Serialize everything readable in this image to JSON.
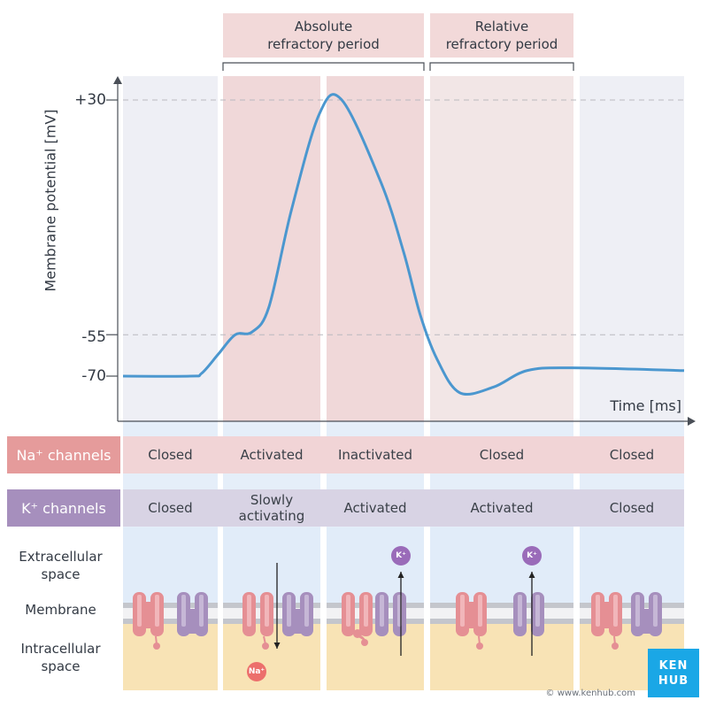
{
  "headers": {
    "absolute_line1": "Absolute",
    "absolute_line2": "refractory period",
    "relative_line1": "Relative",
    "relative_line2": "refractory period"
  },
  "axis": {
    "y_title": "Membrane potential [mV]",
    "x_title": "Time [ms]",
    "y_ticks": [
      "+30",
      "-55",
      "-70"
    ]
  },
  "channels": {
    "na_label": "Na⁺ channels",
    "k_label": "K⁺ channels",
    "na_states": [
      "Closed",
      "Activated",
      "Inactivated",
      "Closed",
      "Closed"
    ],
    "k_states": [
      "Closed",
      "Slowly|activating",
      "Activated",
      "Activated",
      "Closed"
    ]
  },
  "spaces": {
    "extracellular_line1": "Extracellular",
    "extracellular_line2": "space",
    "membrane": "Membrane",
    "intracellular_line1": "Intracellular",
    "intracellular_line2": "space"
  },
  "ions": {
    "na": "Na⁺",
    "k": "K⁺"
  },
  "logo": {
    "line1": "KEN",
    "line2": "HUB"
  },
  "copyright": "© www.kenhub.com",
  "colors": {
    "curve": "#4b97cf",
    "rest_bg": "#eeeff5",
    "absolute_bg": "#f0d8d9",
    "relative_bg": "#f2e6e6",
    "na_row": "#f1d4d6",
    "k_row": "#d8d3e4",
    "extracellular": "#e1ecf9",
    "intracellular": "#f8e3b5",
    "na_channel": "#e58f94",
    "k_channel": "#a68fbd"
  },
  "chart_data": {
    "type": "line",
    "xlabel": "Time [ms]",
    "ylabel": "Membrane potential [mV]",
    "y_ticks": [
      30,
      -55,
      -70
    ],
    "series": [
      {
        "x": [
          0,
          0.12,
          0.14,
          0.17,
          0.2,
          0.23,
          0.26,
          0.3,
          0.35,
          0.39,
          0.46,
          0.5,
          0.53,
          0.56,
          0.6,
          0.66,
          0.72,
          0.8,
          1.0
        ],
        "values": [
          -70,
          -70,
          -69,
          -62,
          -55,
          -54,
          -45,
          -10,
          25,
          30,
          0,
          -25,
          -48,
          -64,
          -76,
          -74,
          -68,
          -67,
          -68
        ]
      }
    ],
    "periods": [
      "Absolute refractory period",
      "Relative refractory period"
    ]
  }
}
